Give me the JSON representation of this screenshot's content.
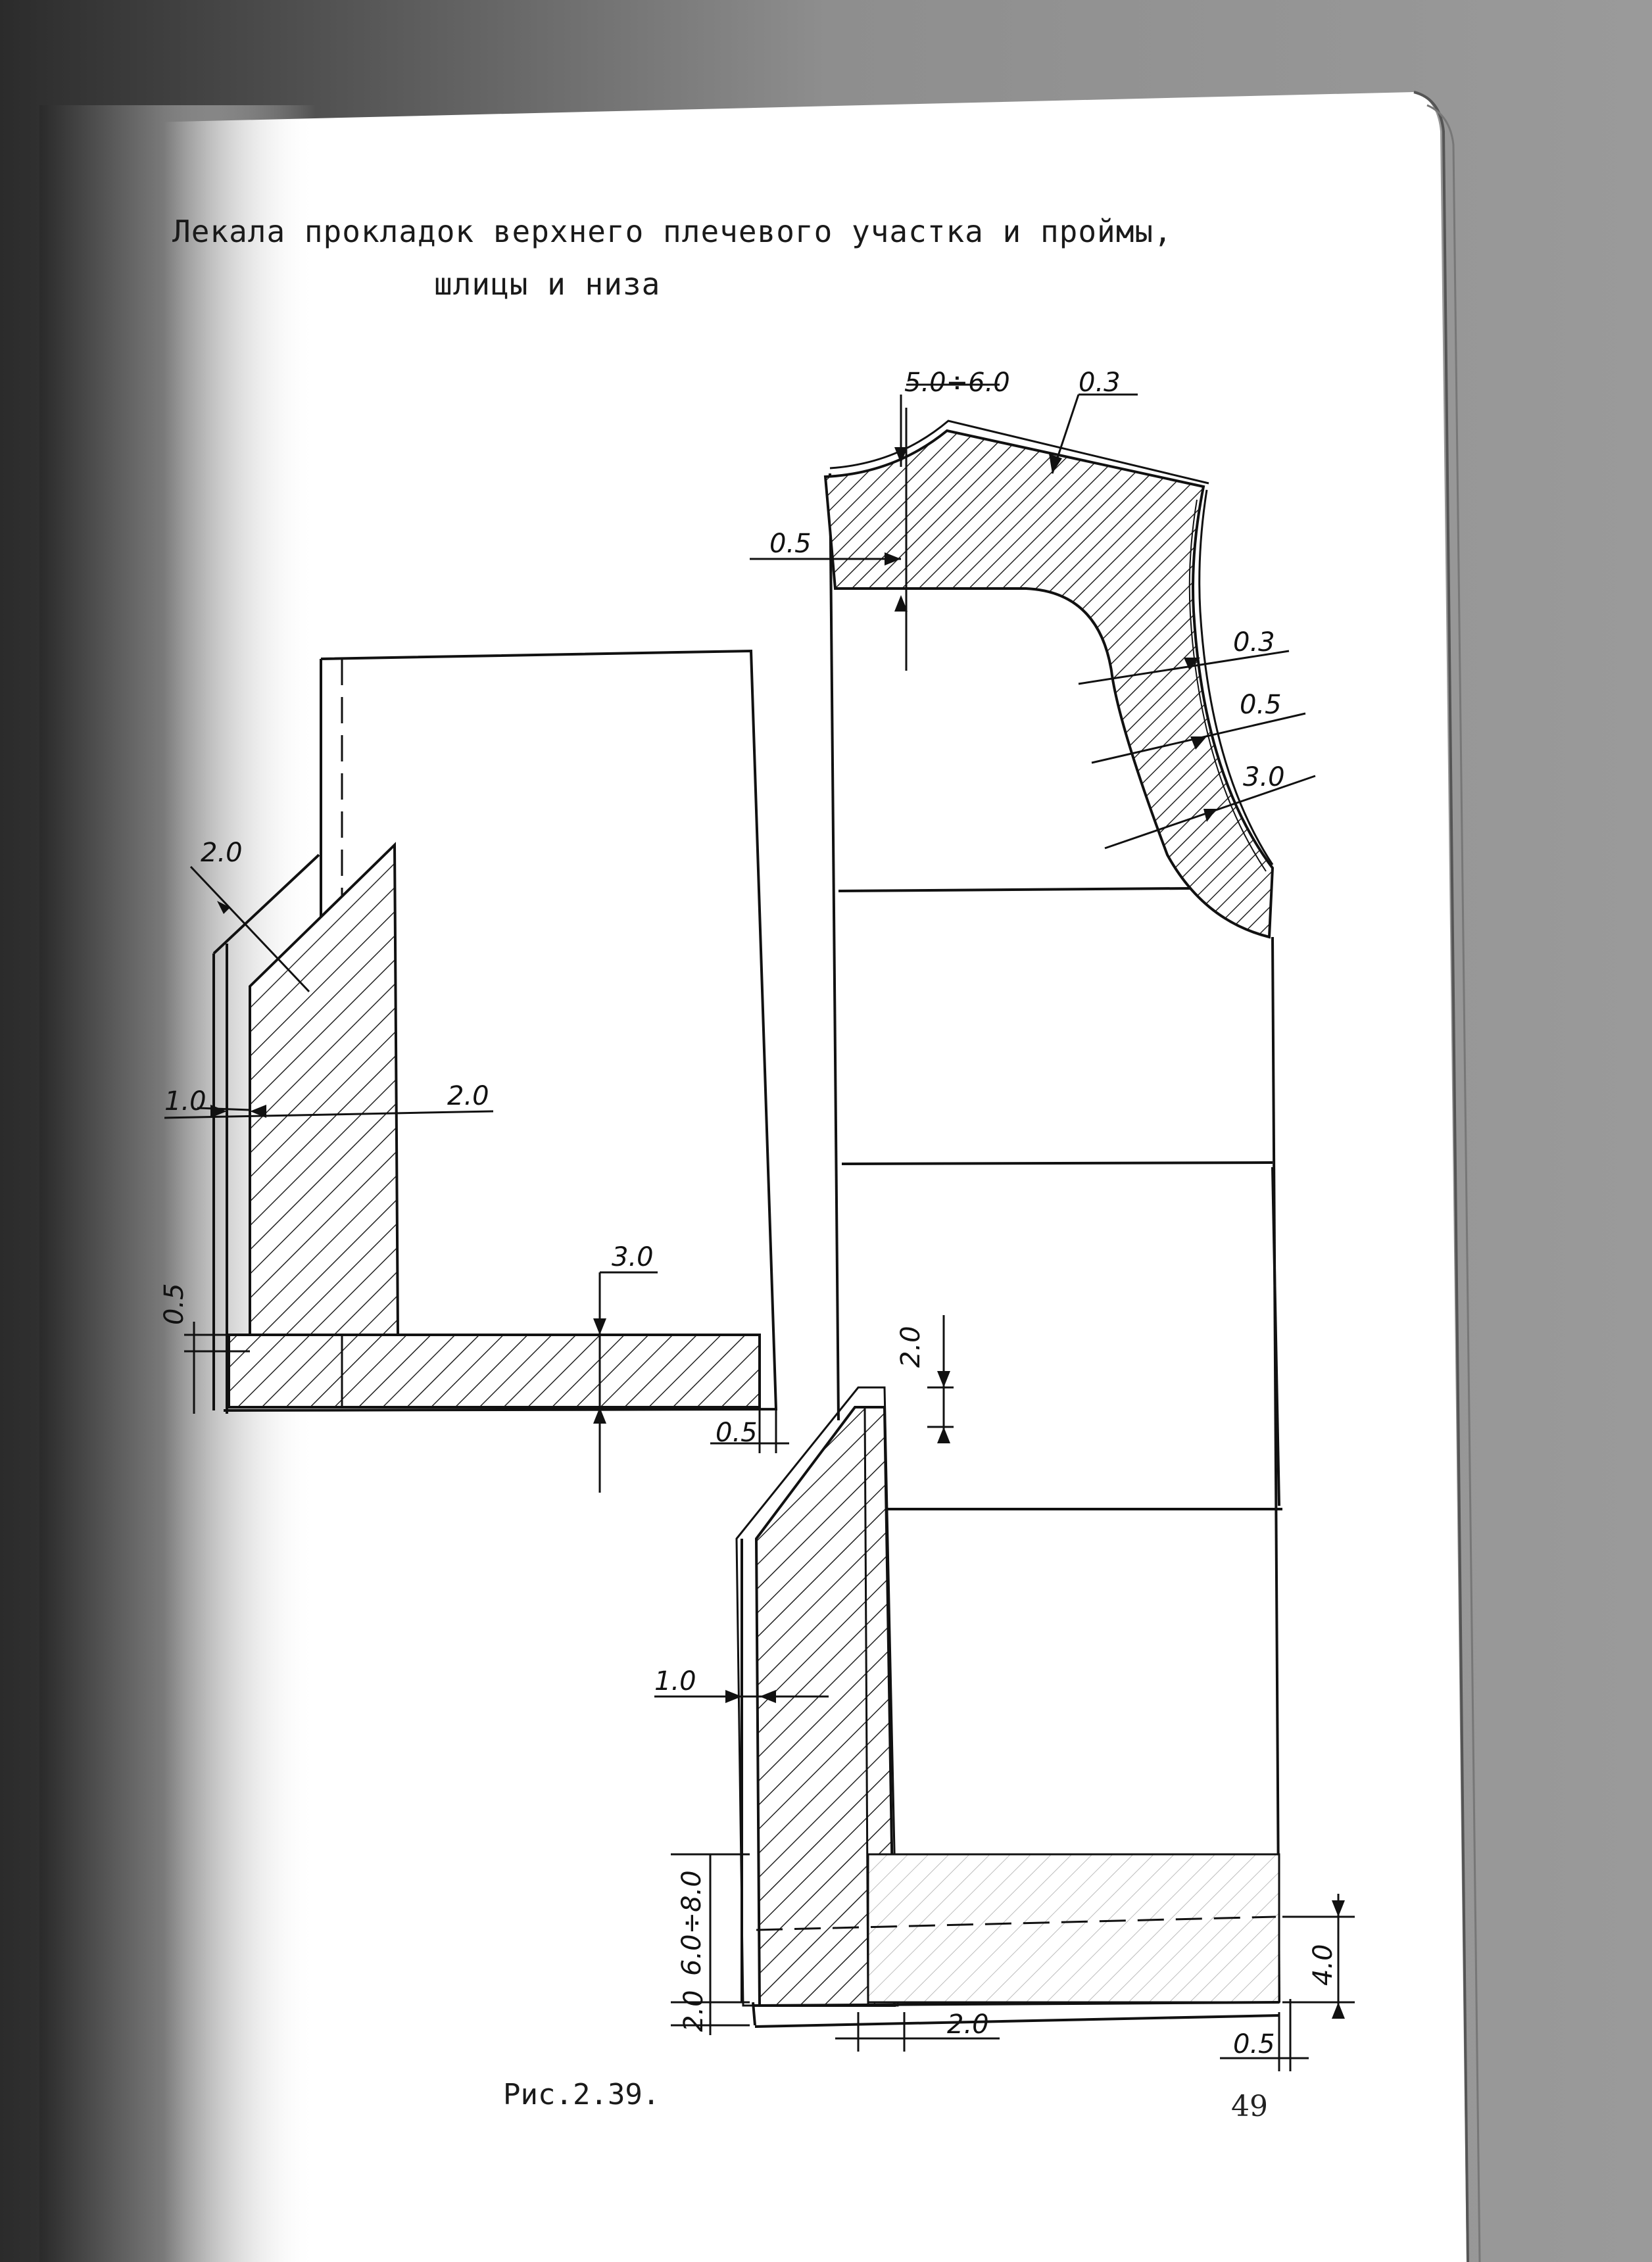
{
  "page": {
    "title_line_1": "Лекала прокладок верхнего плечевого участка и проймы,",
    "title_line_2": "шлицы и низа",
    "figure_caption": "Рис.2.39.",
    "page_number": "49"
  },
  "dimensions": {
    "armhole": {
      "top_width": "5.0÷6.0",
      "top_edge": "0.3",
      "left_offset": "0.5",
      "curve_1": "0.3",
      "curve_2": "0.5",
      "curve_3": "3.0"
    },
    "left_piece": {
      "top_width": "2.0",
      "mid_left": "1.0",
      "mid_right": "2.0",
      "vertical_offset": "0.5",
      "hem_height": "3.0",
      "hem_right_offset": "0.5"
    },
    "right_piece": {
      "top_vertical": "2.0",
      "vent_left": "1.0",
      "hem_height": "6.0÷8.0",
      "bottom_offset": "2.0",
      "bottom_width": "2.0",
      "right_height": "4.0",
      "right_offset": "0.5"
    }
  }
}
